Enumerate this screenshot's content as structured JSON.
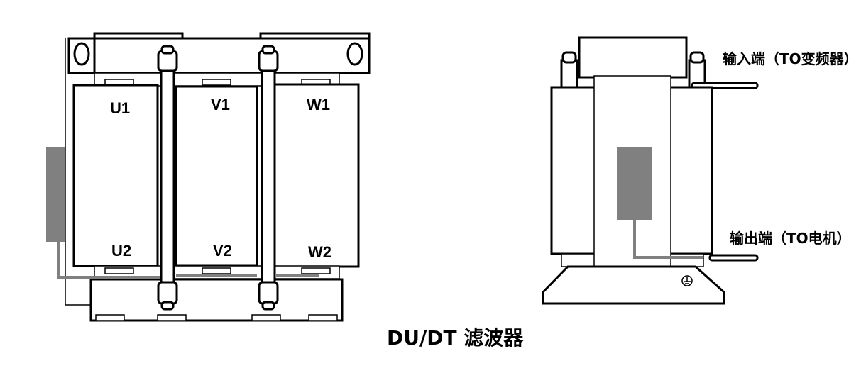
{
  "front_view": {
    "terminals_top": [
      "U1",
      "V1",
      "W1"
    ],
    "terminals_bottom": [
      "U2",
      "V2",
      "W2"
    ]
  },
  "side_view": {
    "input_label": "输入端（TO变频器）",
    "output_label": "输出端（TO电机）"
  },
  "title": "DU/DT 滤波器",
  "colors": {
    "nameplate": "#808080",
    "line": "#000000"
  }
}
